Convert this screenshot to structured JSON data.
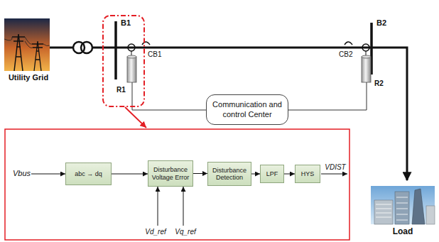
{
  "diagram": {
    "nodes": [
      {
        "text": [
          "Communication and control Center"
        ]
      },
      {
        "text": [
          "abc → dq"
        ]
      },
      {
        "text": [
          "Disturbance Voltage Error"
        ]
      },
      {
        "text": [
          "Disturbance Detection"
        ]
      },
      {
        "text": [
          "LPF"
        ]
      },
      {
        "text": [
          "HYS"
        ]
      }
    ],
    "edges": [
      {
        "from": 1,
        "to": 2,
        "arrow": "to"
      },
      {
        "from": 2,
        "to": 3,
        "arrow": "to"
      },
      {
        "from": 3,
        "to": 4,
        "arrow": "to"
      },
      {
        "from": 4,
        "to": 5,
        "arrow": "to"
      }
    ],
    "labels": [
      "Utility Grid",
      "B1",
      "CB1",
      "R1",
      "B2",
      "CB2",
      "R2",
      "Load",
      "Vbus",
      "Vd_ref",
      "Vq_ref",
      "VDIST"
    ]
  }
}
